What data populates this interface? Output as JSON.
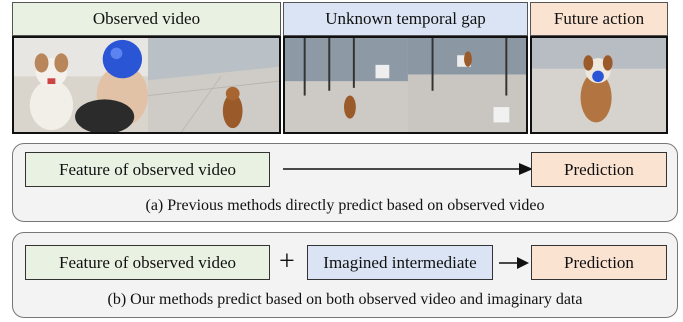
{
  "colors": {
    "observed_bg": "#e9f2e2",
    "gap_bg": "#dbe4f4",
    "future_bg": "#fbe3d2",
    "panel_bg": "#f3f3f3"
  },
  "headers": {
    "observed": "Observed video",
    "gap": "Unknown temporal gap",
    "future": "Future action"
  },
  "images": {
    "observed": "observed-video-frames",
    "gap": "intermediate-frames",
    "future": "future-action-frame"
  },
  "panel_a": {
    "input_label": "Feature of observed video",
    "output_label": "Prediction",
    "caption": "(a) Previous methods directly predict based on observed video"
  },
  "panel_b": {
    "input_label": "Feature of observed video",
    "plus": "+",
    "imagined_label": "Imagined intermediate",
    "output_label": "Prediction",
    "caption": "(b) Our methods predict based on both observed video and imaginary data"
  }
}
